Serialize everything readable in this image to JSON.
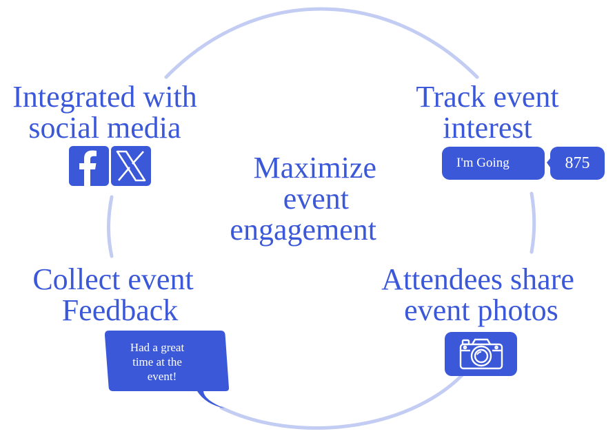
{
  "center": {
    "line1": "Maximize",
    "line2": "event",
    "line3": "engagement"
  },
  "social": {
    "line1": "Integrated with",
    "line2": "social media",
    "icons": [
      "facebook-icon",
      "x-icon"
    ]
  },
  "track": {
    "line1": "Track event",
    "line2": "interest",
    "button_label": "I'm Going",
    "count": "875"
  },
  "feedback": {
    "line1": "Collect event",
    "line2": "Feedback",
    "bubble_line1": "Had a great",
    "bubble_line2": "time at the",
    "bubble_line3": "event!"
  },
  "photos": {
    "line1": "Attendees share",
    "line2": "event photos",
    "icon": "camera-icon"
  },
  "colors": {
    "accent": "#3b58d8",
    "ring": "#c3ccf2",
    "background": "#ffffff"
  }
}
